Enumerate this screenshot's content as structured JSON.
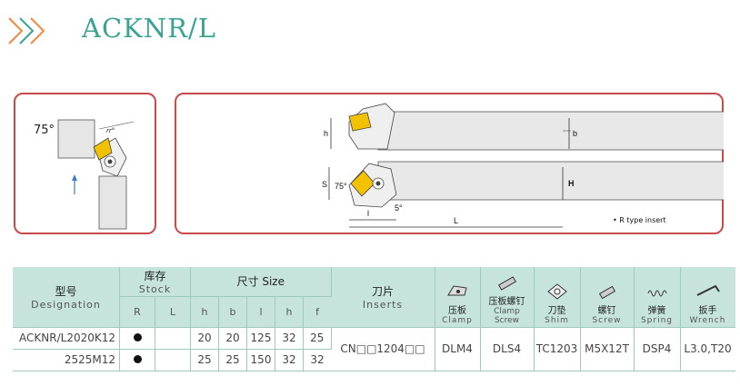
{
  "title": "ACKNR/L",
  "diagram": {
    "angle_label": "75°",
    "left_small_label": "rr°",
    "dims": {
      "h": "h",
      "b": "b",
      "s": "S",
      "H": "H",
      "l": "l",
      "L": "L",
      "a75": "75°",
      "a5": "5°"
    },
    "rtype_note": "• R type insert"
  },
  "table": {
    "headers": {
      "designation_cn": "型号",
      "designation_en": "Designation",
      "stock_cn": "库存",
      "stock_en": "Stock",
      "size_label": "尺寸 Size",
      "inserts_cn": "刀片",
      "inserts_en": "Inserts",
      "clamp_cn": "压板",
      "clamp_en": "Clamp",
      "clamp_screw_cn": "压板螺钉",
      "clamp_screw_en": "Clamp Screw",
      "shim_cn": "刀垫",
      "shim_en": "Shim",
      "screw_cn": "螺钉",
      "screw_en": "Screw",
      "spring_cn": "弹簧",
      "spring_en": "Spring",
      "wrench_cn": "扳手",
      "wrench_en": "Wrench"
    },
    "subheaders": [
      "R",
      "L",
      "h",
      "b",
      "l",
      "h",
      "f"
    ],
    "rows": [
      {
        "designation": "ACKNR/L2020K12",
        "h": "20",
        "b": "20",
        "l": "125",
        "h1": "32",
        "f": "25"
      },
      {
        "designation": "2525M12",
        "h": "25",
        "b": "25",
        "l": "150",
        "h1": "32",
        "f": "32"
      }
    ],
    "insert": "CN□□1204□□",
    "clamp": "DLM4",
    "clamp_screw": "DLS4",
    "shim": "TC1203",
    "screw": "M5X12T",
    "spring": "DSP4",
    "wrench": "L3.0,T20"
  },
  "colors": {
    "accent": "#3aa391",
    "panel_border": "#c84a4a",
    "header_bg": "#c6e3dc",
    "insert": "#f2c200"
  }
}
